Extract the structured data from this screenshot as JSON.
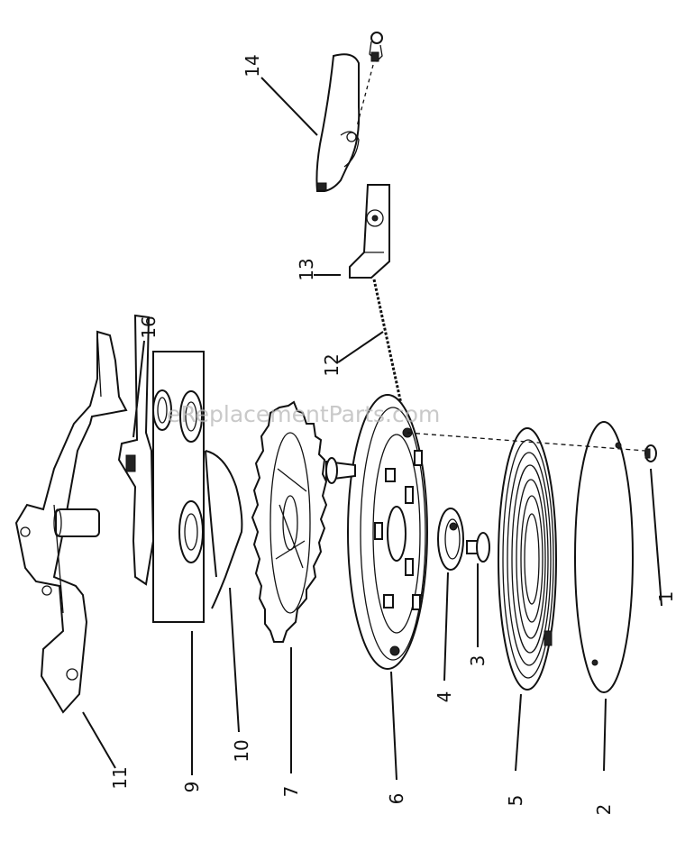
{
  "watermark": "eReplacementParts.com",
  "callouts": [
    {
      "id": "c1",
      "text": "1"
    },
    {
      "id": "c2",
      "text": "2"
    },
    {
      "id": "c3",
      "text": "3"
    },
    {
      "id": "c4",
      "text": "4"
    },
    {
      "id": "c5",
      "text": "5"
    },
    {
      "id": "c6",
      "text": "6"
    },
    {
      "id": "c7",
      "text": "7"
    },
    {
      "id": "c9",
      "text": "9"
    },
    {
      "id": "c10",
      "text": "10"
    },
    {
      "id": "c11",
      "text": "11"
    },
    {
      "id": "c12",
      "text": "12"
    },
    {
      "id": "c13",
      "text": "13"
    },
    {
      "id": "c14",
      "text": "14"
    },
    {
      "id": "c16",
      "text": "16"
    }
  ]
}
